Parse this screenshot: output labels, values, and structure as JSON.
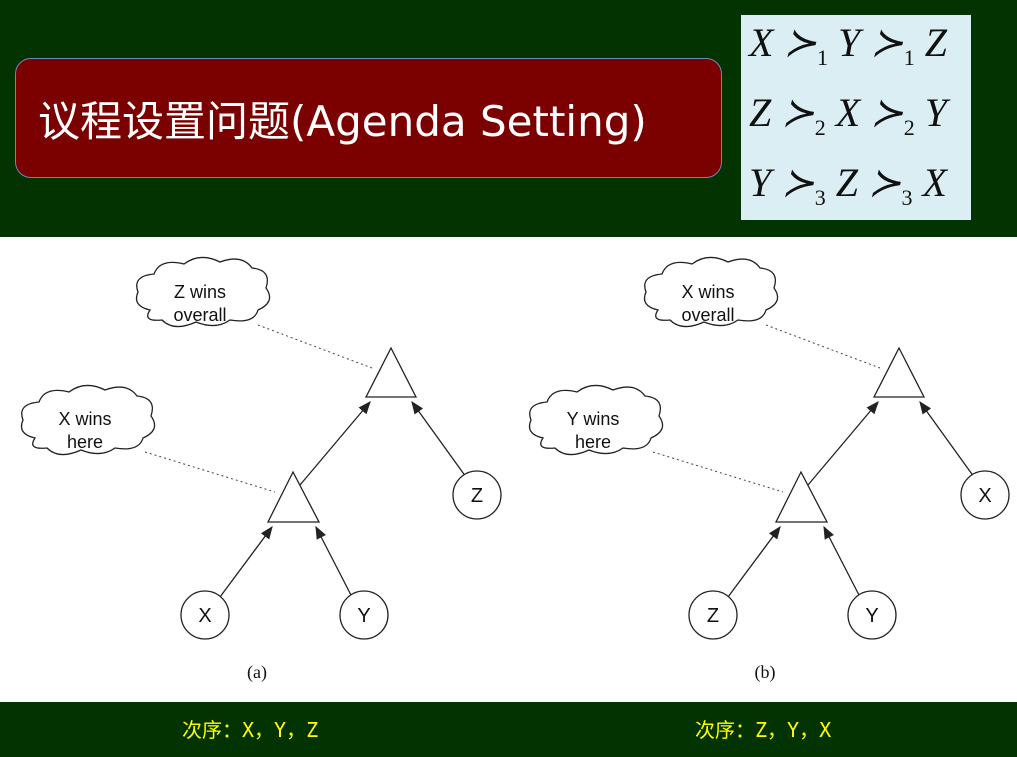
{
  "title": "议程设置问题(Agenda Setting)",
  "preferences": [
    {
      "a": "X",
      "r1": "≻",
      "s1": "1",
      "b": "Y",
      "r2": "≻",
      "s2": "1",
      "c": "Z"
    },
    {
      "a": "Z",
      "r1": "≻",
      "s1": "2",
      "b": "X",
      "r2": "≻",
      "s2": "2",
      "c": "Y"
    },
    {
      "a": "Y",
      "r1": "≻",
      "s1": "3",
      "b": "Z",
      "r2": "≻",
      "s2": "3",
      "c": "X"
    }
  ],
  "diagrams": [
    {
      "caption": "(a)",
      "top_cloud": [
        "Z wins",
        "overall"
      ],
      "low_cloud": [
        "X wins",
        "here"
      ],
      "leaf_left": "X",
      "leaf_right": "Y",
      "late": "Z",
      "order": "次序：X，Y，Z"
    },
    {
      "caption": "(b)",
      "top_cloud": [
        "X wins",
        "overall"
      ],
      "low_cloud": [
        "Y wins",
        "here"
      ],
      "leaf_left": "Z",
      "leaf_right": "Y",
      "late": "X",
      "order": "次序：Z，Y，X"
    }
  ]
}
